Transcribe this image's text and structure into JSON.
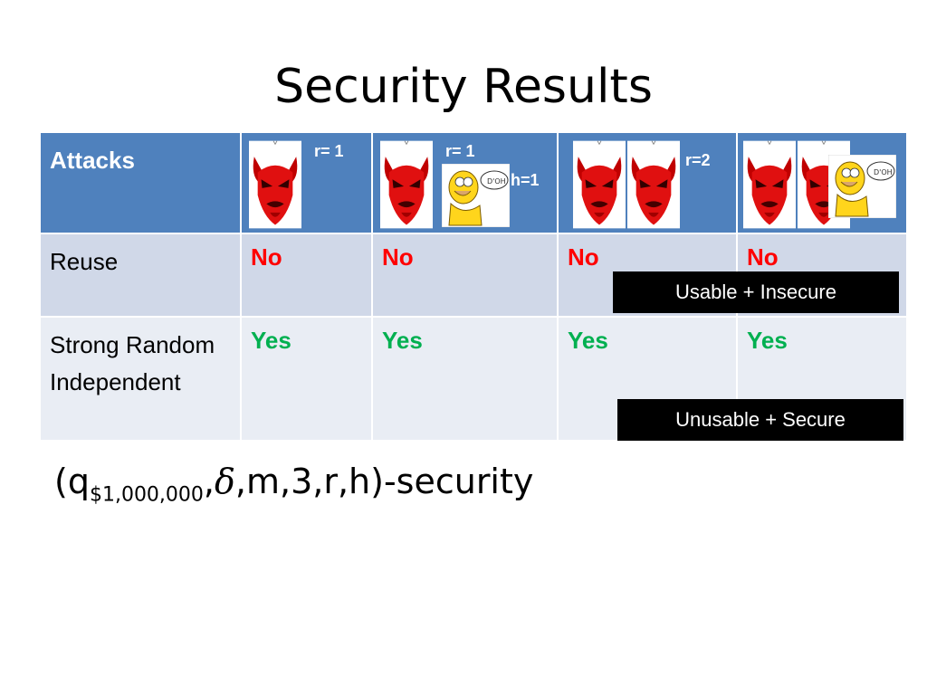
{
  "slide": {
    "title": "Security Results"
  },
  "table": {
    "header_label": "Attacks",
    "header_tags": [
      {
        "r": "r= 1",
        "h": ""
      },
      {
        "r": "r= 1",
        "h": "h=1"
      },
      {
        "r": "r=2",
        "h": ""
      },
      {
        "r": "",
        "h": ""
      }
    ],
    "rows": [
      {
        "label": "Reuse",
        "values": [
          "No",
          "No",
          "No",
          "No"
        ]
      },
      {
        "label": "Strong Random Independent",
        "values": [
          "Yes",
          "Yes",
          "Yes",
          "Yes"
        ]
      }
    ]
  },
  "banners": {
    "usable_insecure": "Usable + Insecure",
    "unusable_secure": "Unusable + Secure"
  },
  "formula": {
    "open": "(q",
    "subscript": "$1,000,000",
    "comma": ",",
    "delta": "δ",
    "rest": ",m,3,r,h)-security"
  },
  "colors": {
    "header": "#4f81bd",
    "row_odd": "#d0d8e8",
    "row_even": "#e9edf4",
    "no": "#ff0000",
    "yes": "#00b050"
  },
  "icons": {
    "devil": "devil-icon",
    "homer": "homer-doh-icon"
  }
}
